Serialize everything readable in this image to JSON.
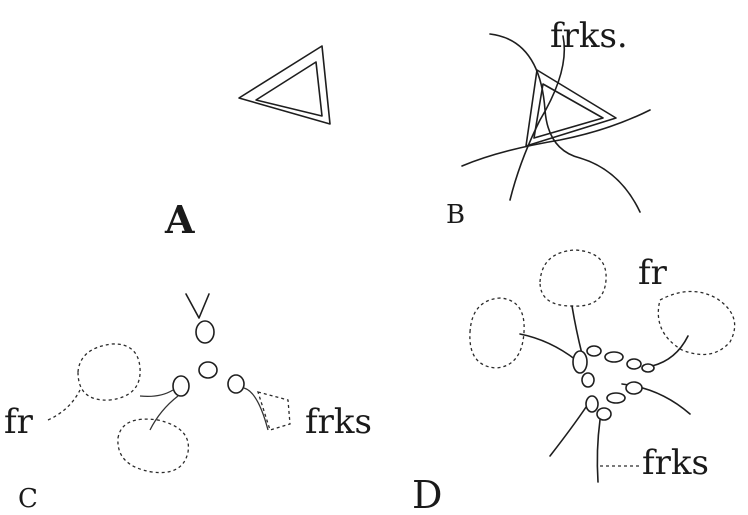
{
  "figure": {
    "panels": {
      "a": {
        "label": "A"
      },
      "b": {
        "label": "B",
        "annotation": "frks."
      },
      "c": {
        "label": "C",
        "annotation_fruit": "fr",
        "annotation_forks": "frks"
      },
      "d": {
        "label": "D",
        "annotation_fruit": "fr",
        "annotation_forks": "frks"
      }
    }
  }
}
